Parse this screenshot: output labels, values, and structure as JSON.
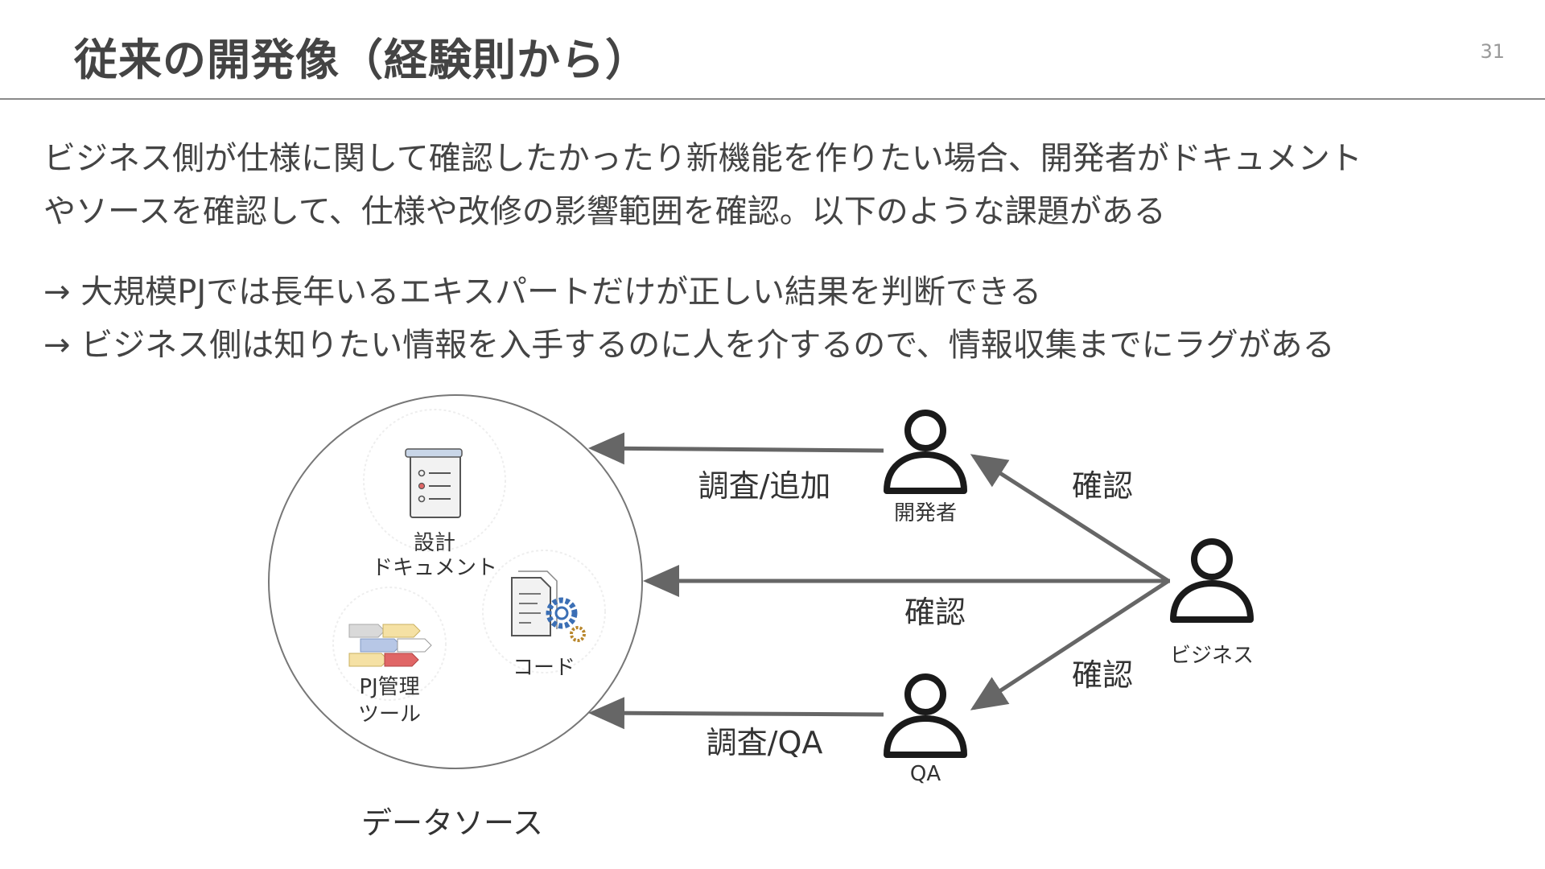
{
  "slide": {
    "title": "従来の開発像（経験則から）",
    "page_number": "31"
  },
  "intro": {
    "line1": "ビジネス側が仕様に関して確認したかったり新機能を作りたい場合、開発者がドキュメント",
    "line2": "やソースを確認して、仕様や改修の影響範囲を確認。以下のような課題がある"
  },
  "issues": [
    "→ 大規模PJでは長年いるエキスパートだけが正しい結果を判断できる",
    "→ ビジネス側は知りたい情報を入手するのに人を介するので、情報収集までにラグがある"
  ],
  "diagram": {
    "data_source": {
      "caption": "データソース",
      "design_doc_line1": "設計",
      "design_doc_line2": "ドキュメント",
      "code": "コード",
      "pj_tool_line1": "PJ管理",
      "pj_tool_line2": "ツール"
    },
    "actors": {
      "developer": "開発者",
      "qa": "QA",
      "business": "ビジネス"
    },
    "arrows": {
      "dev_to_source": "調査/追加",
      "business_to_source": "確認",
      "business_to_dev": "確認",
      "business_to_qa": "確認",
      "qa_to_source": "調査/QA"
    },
    "colors": {
      "arrow": "#666666",
      "person": "#1a1a1a",
      "gear": "#3b6fb5"
    }
  }
}
